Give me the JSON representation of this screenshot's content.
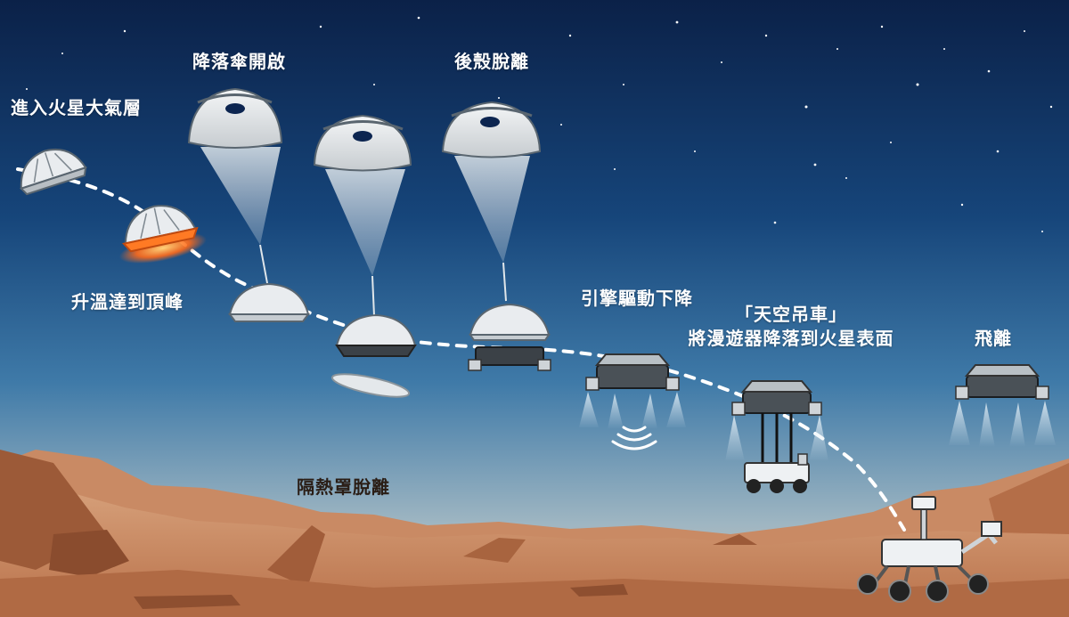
{
  "stages": {
    "entry": "進入火星大氣層",
    "peak_heating": "升溫達到頂峰",
    "parachute": "降落傘開啟",
    "heatshield": "隔熱罩脫離",
    "backshell": "後殼脫離",
    "powered_descent": "引擎驅動下降",
    "skycrane_line1": "「天空吊車」",
    "skycrane_line2": "將漫遊器降落到火星表面",
    "flyaway": "飛離"
  },
  "colors": {
    "sky_top": "#0c2550",
    "sky_mid": "#1e5a8a",
    "sky_horizon": "#a9bcc4",
    "ground_light": "#d9a47e",
    "ground_dark": "#a9643f",
    "capsule": "#e9ecef",
    "heat_glow": "#ff6a1a",
    "trajectory": "#ffffff"
  }
}
